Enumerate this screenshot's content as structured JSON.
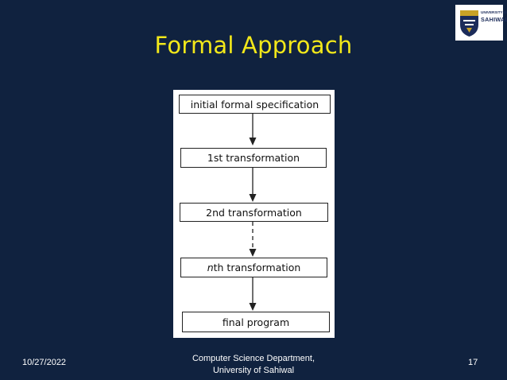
{
  "slide": {
    "title": "Formal Approach",
    "logo": {
      "line1": "UNIVERSITY OF",
      "line2": "SAHIWAL"
    },
    "diagram": {
      "steps": [
        {
          "label": "initial formal specification"
        },
        {
          "label": "1st transformation"
        },
        {
          "label": "2nd transformation"
        },
        {
          "prefix": "n",
          "label": "th transformation"
        },
        {
          "label": "final program"
        }
      ],
      "arrow_color": "#222222"
    },
    "footer": {
      "date": "10/27/2022",
      "dept_line1": "Computer Science Department,",
      "dept_line2": "University of Sahiwal",
      "page_number": "17"
    },
    "colors": {
      "background": "#10223f",
      "title": "#f2e81a",
      "footer_text": "#ffffff"
    }
  }
}
